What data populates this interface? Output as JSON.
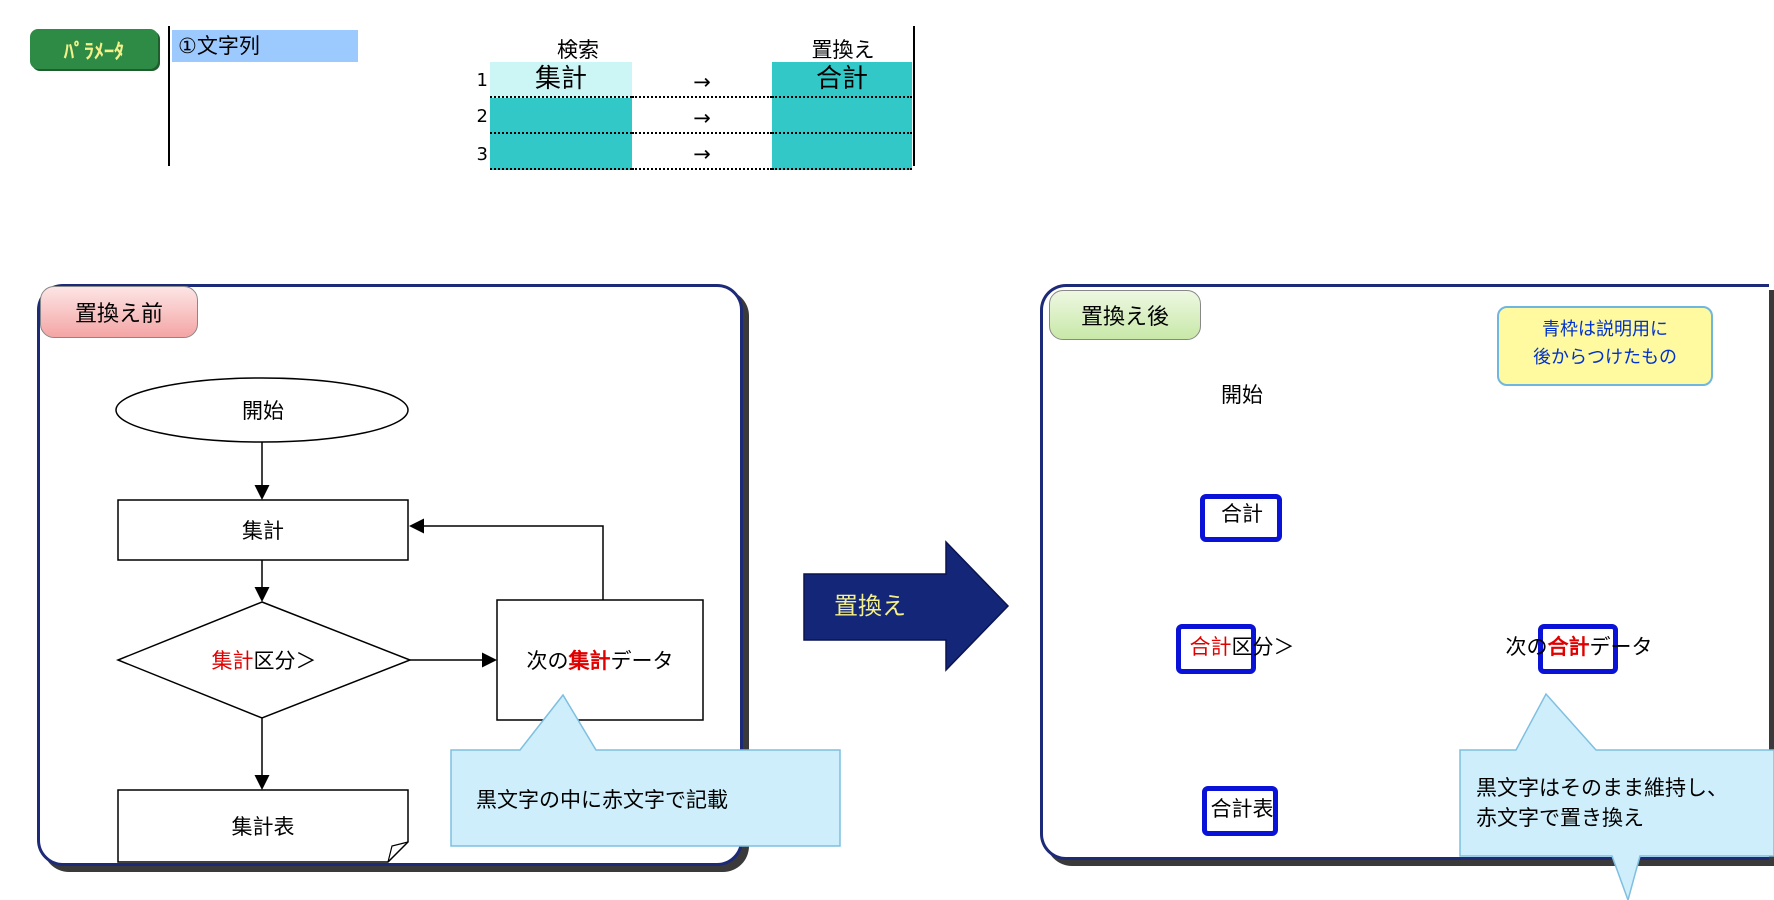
{
  "params": {
    "badge": "ﾊﾟﾗﾒｰﾀ",
    "label": "①文字列",
    "header_search": "検索",
    "header_replace": "置換え",
    "rows": [
      {
        "num": "1",
        "search": "集計",
        "arrow": "→",
        "replace": "合計"
      },
      {
        "num": "2",
        "search": "",
        "arrow": "→",
        "replace": ""
      },
      {
        "num": "3",
        "search": "",
        "arrow": "→",
        "replace": ""
      }
    ]
  },
  "middle_arrow": {
    "label": "置換え"
  },
  "before": {
    "tag": "置換え前",
    "start": "開始",
    "process": "集計",
    "decision_red": "集計",
    "decision_black": "区分＞",
    "next_prefix": "次の",
    "next_red": "集計",
    "next_suffix": "データ",
    "doc_red": "集計",
    "doc_black": "表",
    "callout": "黒文字の中に赤文字で記載"
  },
  "after": {
    "tag": "置換え後",
    "note_line1": "青枠は説明用に",
    "note_line2": "後からつけたもの",
    "start": "開始",
    "process": "合計",
    "decision_red": "合計",
    "decision_black": "区分＞",
    "next_prefix": "次の",
    "next_red": "合計",
    "next_suffix": "データ",
    "doc_red": "合計",
    "doc_black": "表",
    "callout_line1": "黒文字はそのまま維持し、",
    "callout_line2": "赤文字で置き換え"
  },
  "colors": {
    "cyan": "#33c8c8",
    "panel_border": "#1d2a78",
    "highlight_red": "#e00000",
    "highlight_box": "#0a12d8",
    "callout_fill": "#cdeefa"
  }
}
